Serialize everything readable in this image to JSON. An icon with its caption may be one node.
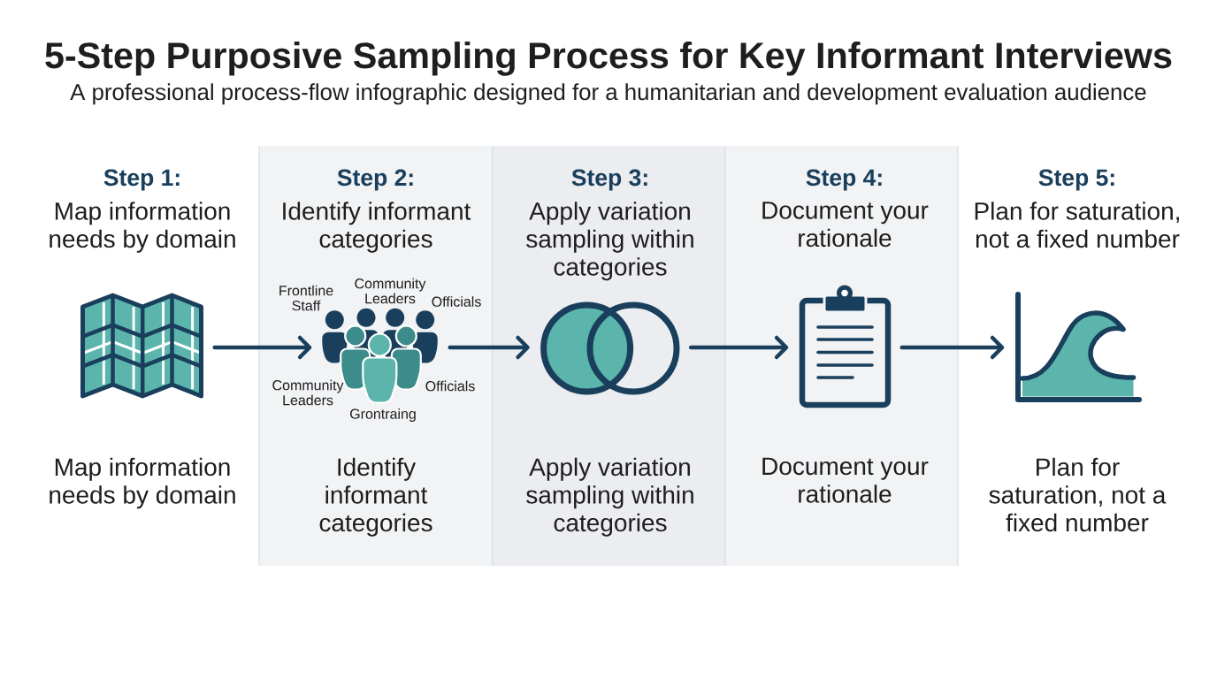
{
  "diagram": {
    "title": "5-Step Purposive Sampling Process for Key Informant Interviews",
    "nodes": [
      {
        "text": [
          "Step 1:",
          "Map information needs by domain",
          "Map information needs by domain"
        ]
      },
      {
        "text": [],
        "shape": "picture",
        "in": 0
      },
      {
        "text": [
          "Step 2:",
          "Identify informant categories",
          "Identify informant categories"
        ]
      },
      {
        "text": [],
        "shape": "picture",
        "in": 2,
        "beside": [
          "Frontline Staff",
          "Community Leaders",
          "Officials",
          "Community Leaders",
          "Officials",
          "Grontraing"
        ]
      },
      {
        "text": [
          "Step 3:",
          "Apply variation sampling within categories",
          "Apply variation sampling within categories"
        ]
      },
      {
        "text": [],
        "shape": "circle",
        "in": 4
      },
      {
        "text": [
          "Step 4:",
          "Document your rationale",
          "Document your rationale"
        ]
      },
      {
        "text": [],
        "shape": "picture",
        "in": 6
      },
      {
        "text": [
          "Step 5:",
          "Plan for saturation, not a fixed number",
          "Plan for saturation, not a fixed number"
        ]
      },
      {
        "text": [],
        "shape": "picture",
        "in": 8
      }
    ],
    "edges": [
      {
        "from": 1,
        "to": 3,
        "arrow": "to"
      },
      {
        "from": 3,
        "to": 5,
        "arrow": "to"
      },
      {
        "from": 5,
        "to": 7,
        "arrow": "to"
      },
      {
        "from": 7,
        "to": 9,
        "arrow": "to"
      }
    ],
    "labels": [
      "A professional process-flow infographic designed for a humanitarian and development evaluation audience"
    ]
  }
}
